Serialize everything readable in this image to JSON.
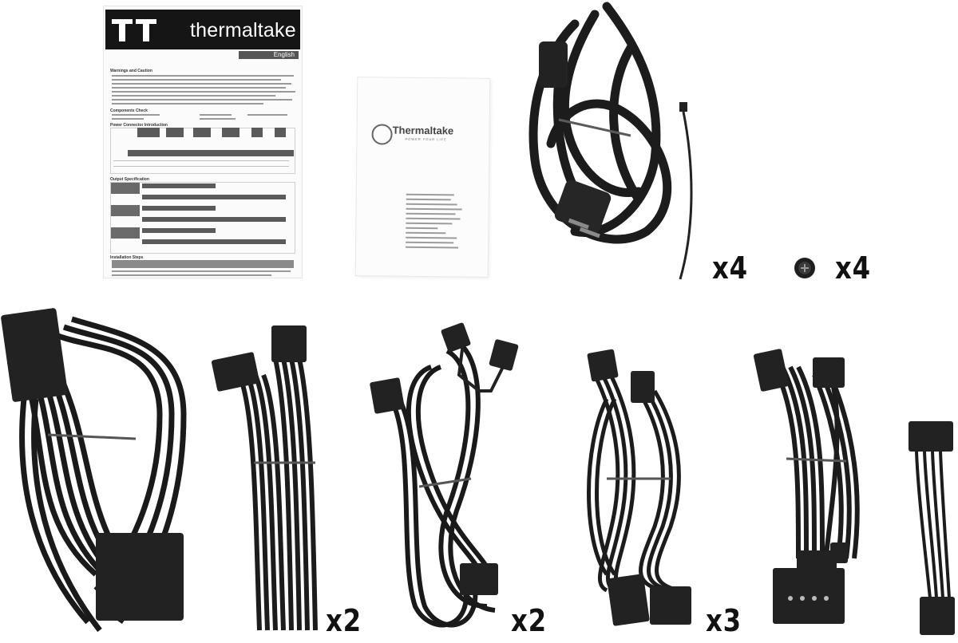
{
  "manual": {
    "brand": "thermaltake",
    "language": "English",
    "sections": {
      "warnings": "Warnings and Caution",
      "components": "Components Check",
      "connectors": "Power Connector Introduction",
      "output": "Output Specification",
      "installation": "Installation Steps"
    }
  },
  "booklet": {
    "brand": "Thermaltake",
    "tagline": "POWER YOUR LIFE"
  },
  "quantities": {
    "cable_ties": "x4",
    "screws": "x4",
    "pcie_cable": "x2",
    "eps_cable": "x2",
    "sata_cable": "x3"
  },
  "colors": {
    "cable": "#1c1c1c",
    "background": "#ffffff",
    "manual_header": "#151515"
  }
}
